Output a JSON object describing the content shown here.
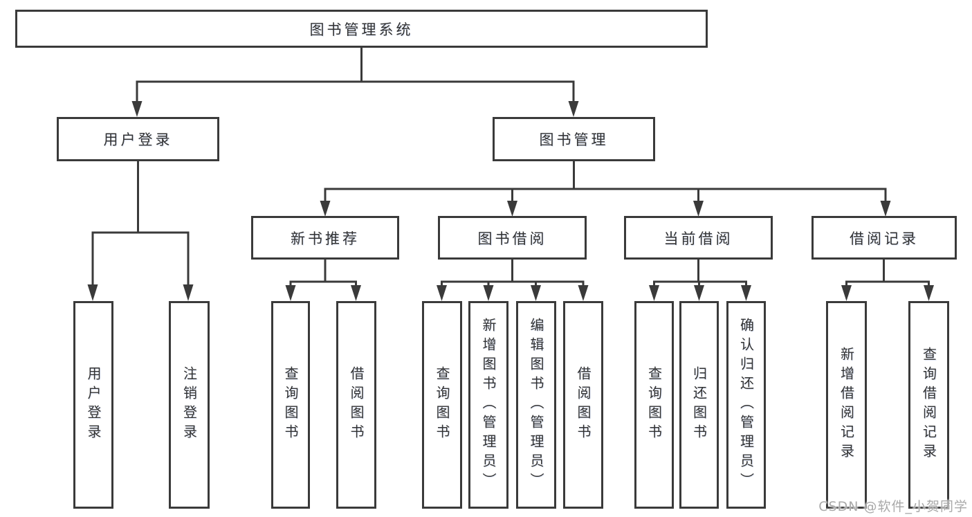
{
  "diagram": {
    "type": "tree",
    "title": "图书管理系统",
    "root": {
      "label": "图书管理系统"
    },
    "branches": [
      {
        "label": "用户登录",
        "children": [
          {
            "label": "用户登录"
          },
          {
            "label": "注销登录"
          }
        ]
      },
      {
        "label": "图书管理",
        "children": [
          {
            "label": "新书推荐",
            "children": [
              {
                "label": "查询图书"
              },
              {
                "label": "借阅图书"
              }
            ]
          },
          {
            "label": "图书借阅",
            "children": [
              {
                "label": "查询图书"
              },
              {
                "label": "新增图书（管理员）"
              },
              {
                "label": "编辑图书（管理员）"
              },
              {
                "label": "借阅图书"
              }
            ]
          },
          {
            "label": "当前借阅",
            "children": [
              {
                "label": "查询图书"
              },
              {
                "label": "归还图书"
              },
              {
                "label": "确认归还（管理员）"
              }
            ]
          },
          {
            "label": "借阅记录",
            "children": [
              {
                "label": "新增借阅记录"
              },
              {
                "label": "查询借阅记录"
              }
            ]
          }
        ]
      }
    ]
  },
  "watermark": {
    "text": "CSDN @软件_小贺同学"
  },
  "colors": {
    "line": "#3a3a3a",
    "text": "#323232",
    "background": "#ffffff",
    "watermark": "#a9a9a9"
  }
}
